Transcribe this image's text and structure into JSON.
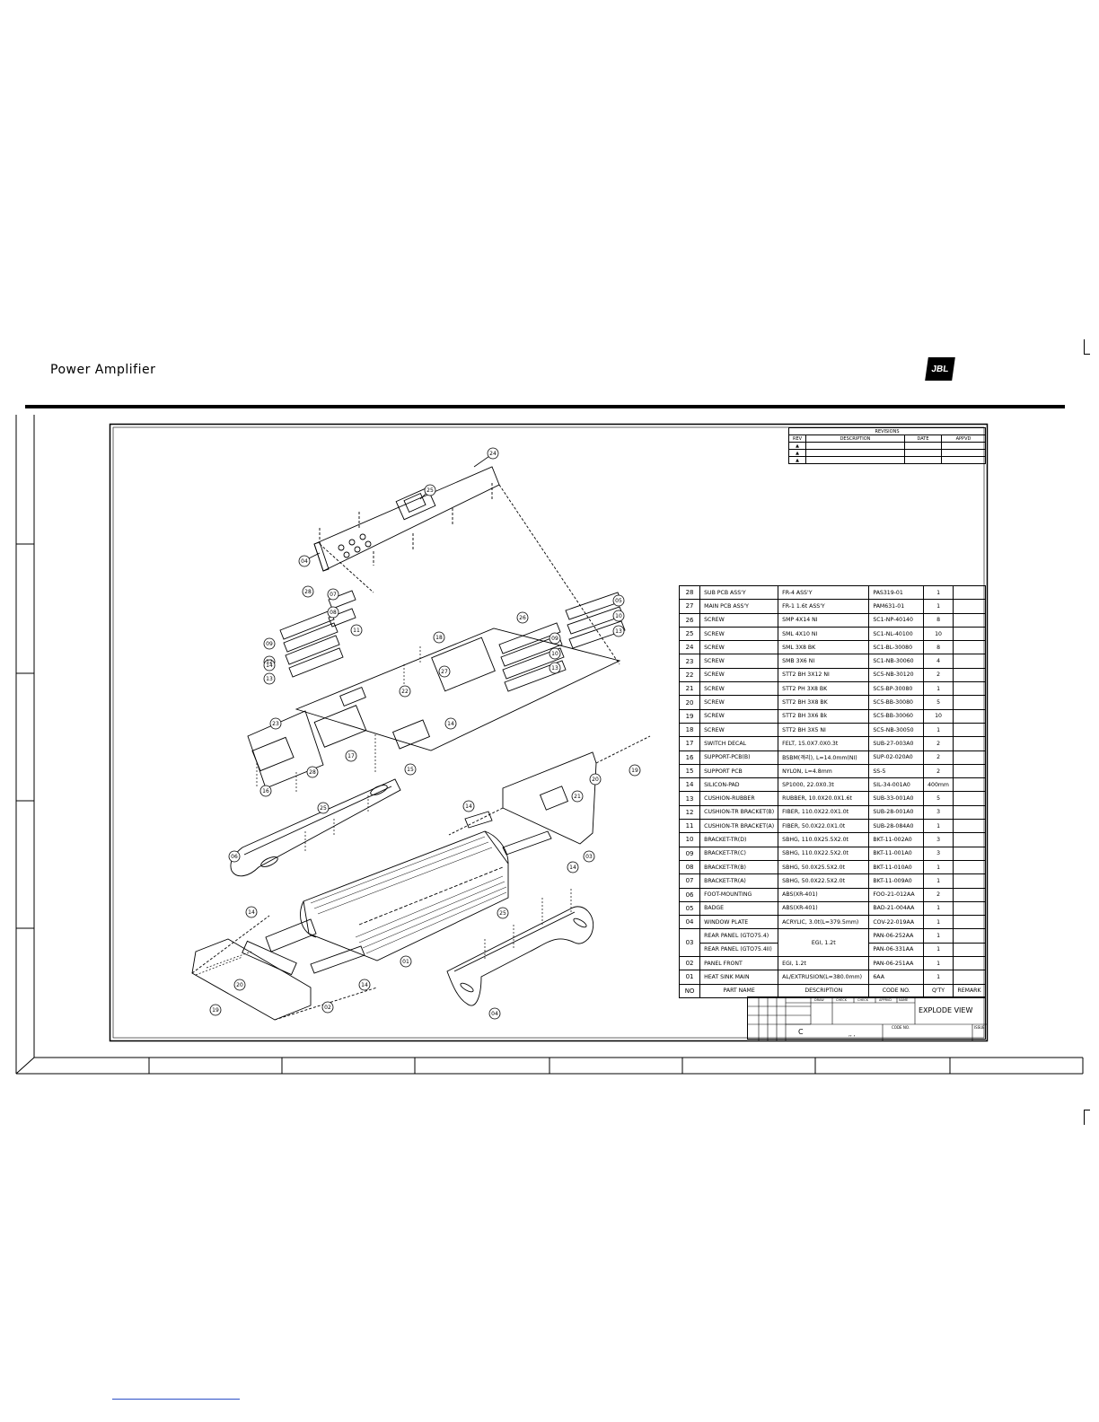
{
  "header": {
    "title": "Power  Amplifier",
    "logo": "JBL"
  },
  "revisions": {
    "title": "REVISIONS",
    "columns": [
      "REV",
      "DESCRIPTION",
      "DATE",
      "APPVD"
    ],
    "rows": [
      "▲",
      "▲",
      "▲"
    ]
  },
  "parts_table": {
    "headers": [
      "NO",
      "PART NAME",
      "DESCRIPTION",
      "CODE NO.",
      "Q'TY",
      "REMARK"
    ],
    "rows": [
      [
        "28",
        "SUB PCB ASS'Y",
        "FR-4 ASS'Y",
        "PAS319-01",
        "1",
        ""
      ],
      [
        "27",
        "MAIN PCB ASS'Y",
        "FR-1 1.6t ASS'Y",
        "PAM631-01",
        "1",
        ""
      ],
      [
        "26",
        "SCREW",
        "SMP 4X14 NI",
        "SC1-NP-40140",
        "8",
        ""
      ],
      [
        "25",
        "SCREW",
        "SML 4X10 NI",
        "SC1-NL-40100",
        "10",
        ""
      ],
      [
        "24",
        "SCREW",
        "SML 3X8 BK",
        "SC1-BL-30080",
        "8",
        ""
      ],
      [
        "23",
        "SCREW",
        "SMB 3X6 NI",
        "SC1-NB-30060",
        "4",
        ""
      ],
      [
        "22",
        "SCREW",
        "STT2 BH 3X12 NI",
        "SC5-NB-30120",
        "2",
        ""
      ],
      [
        "21",
        "SCREW",
        "STT2 PH 3X8 BK",
        "SC5-BP-30080",
        "1",
        ""
      ],
      [
        "20",
        "SCREW",
        "STT2 BH 3X8 BK",
        "SC5-BB-30080",
        "5",
        ""
      ],
      [
        "19",
        "SCREW",
        "STT2 BH 3X6 Bk",
        "SC5-BB-30060",
        "10",
        ""
      ],
      [
        "18",
        "SCREW",
        "STT2 BH 3X5 NI",
        "SC5-NB-30050",
        "1",
        ""
      ],
      [
        "17",
        "SWITCH DECAL",
        "FELT, 15.0X7.0X0.3t",
        "SUB-27-003A0",
        "2",
        ""
      ],
      [
        "16",
        "SUPPORT-PCB(B)",
        "BSBM(격리), L=14.0mm(NI)",
        "SUP-02-020A0",
        "2",
        ""
      ],
      [
        "15",
        "SUPPORT PCB",
        "NYLON, L=4.8mm",
        "SS-5",
        "2",
        ""
      ],
      [
        "14",
        "SILICON-PAD",
        "SP1000, 22.0X0.3t",
        "SIL-34-001A0",
        "400mm",
        ""
      ],
      [
        "13",
        "CUSHION-RUBBER",
        "RUBBER, 10.0X20.0X1.6t",
        "SUB-33-001A0",
        "5",
        ""
      ],
      [
        "12",
        "CUSHION-TR BRACKET(B)",
        "FIBER, 110.0X22.0X1.0t",
        "SUB-28-001A0",
        "3",
        ""
      ],
      [
        "11",
        "CUSHION-TR BRACKET(A)",
        "FIBER, 50.0X22.0X1.0t",
        "SUB-28-084A0",
        "1",
        ""
      ],
      [
        "10",
        "BRACKET-TR(D)",
        "SBHG, 110.0X25.5X2.0t",
        "BKT-11-002A0",
        "3",
        ""
      ],
      [
        "09",
        "BRACKET-TR(C)",
        "SBHG, 110.0X22.5X2.0t",
        "BKT-11-001A0",
        "3",
        ""
      ],
      [
        "08",
        "BRACKET-TR(B)",
        "SBHG, 50.0X25.5X2.0t",
        "BKT-11-010A0",
        "1",
        ""
      ],
      [
        "07",
        "BRACKET-TR(A)",
        "SBHG, 50.0X22.5X2.0t",
        "BKT-11-009A0",
        "1",
        ""
      ],
      [
        "06",
        "FOOT-MOUNTING",
        "ABS(XR-401)",
        "FOO-21-012AA",
        "2",
        ""
      ],
      [
        "05",
        "BADGE",
        "ABS(XR-401)",
        "BAD-21-004AA",
        "1",
        ""
      ],
      [
        "04",
        "WINDOW PLATE",
        "ACRYLIC, 3.0t(L=379.5mm)",
        "COV-22-019AA",
        "1",
        ""
      ]
    ],
    "row03": {
      "no": "03",
      "name_a": "REAR PANEL (GTO75.4)",
      "code_a": "PAN-06-252AA",
      "qty_a": "1",
      "name_b": "REAR PANEL (GTO75.4II)",
      "code_b": "PAN-06-331AA",
      "qty_b": "1",
      "desc": "EGI, 1.2t"
    },
    "tail_rows": [
      [
        "02",
        "PANEL FRONT",
        "EGI, 1.2t",
        "PAN-06-251AA",
        "1",
        ""
      ],
      [
        "01",
        "HEAT SINK MAIN",
        "AL/EXTRUSION(L=380.0mm)",
        "6AA",
        "1",
        ""
      ]
    ]
  },
  "title_block": {
    "title": "EXPLODE VIEW",
    "letter": "C",
    "dots": ",,   ,",
    "code_label": "CODE NO.",
    "issue_label": "ISSUE",
    "small": [
      "DRAW",
      "CHECK",
      "CHECK",
      "APPRVD",
      "NAME"
    ]
  },
  "callouts": [
    "24",
    "25",
    "04",
    "28",
    "07",
    "08",
    "09",
    "12",
    "14",
    "13",
    "11",
    "18",
    "27",
    "22",
    "26",
    "09",
    "10",
    "13",
    "05",
    "10",
    "13",
    "23",
    "17",
    "15",
    "28",
    "16",
    "14",
    "25",
    "06",
    "14",
    "03",
    "20",
    "21",
    "19",
    "14",
    "01",
    "14",
    "25",
    "04",
    "20",
    "19",
    "02",
    "14"
  ]
}
